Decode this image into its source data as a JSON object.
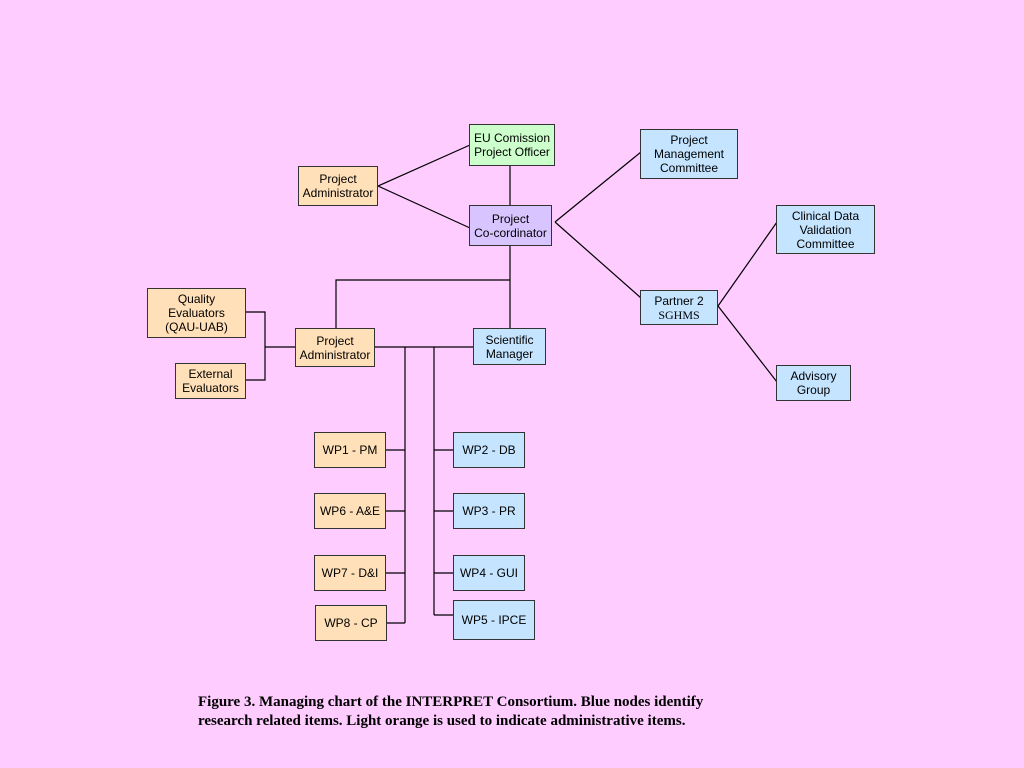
{
  "nodes": {
    "eu_commission": "EU Comission\nProject Officer",
    "project_admin_top": "Project\nAdministrator",
    "project_coordinator": "Project\nCo-cordinator",
    "project_management_committee": "Project\nManagement\nCommittee",
    "clinical_data_validation": "Clinical Data\nValidation\nCommittee",
    "partner2_line1": "Partner 2",
    "partner2_line2": "SGHMS",
    "advisory_group": "Advisory\nGroup",
    "quality_evaluators": "Quality\nEvaluators\n(QAU-UAB)",
    "external_evaluators": "External\nEvaluators",
    "project_admin_mid": "Project\nAdministrator",
    "scientific_manager": "Scientific\nManager",
    "wp1": "WP1 - PM",
    "wp6": "WP6 - A&E",
    "wp7": "WP7 - D&I",
    "wp8": "WP8 - CP",
    "wp2": "WP2 - DB",
    "wp3": "WP3 - PR",
    "wp4": "WP4 - GUI",
    "wp5": "WP5 - IPCE"
  },
  "caption": {
    "line1": "Figure 3. Managing chart of the INTERPRET Consortium. Blue nodes identify",
    "line2": "research related items. Light orange is used to indicate administrative items."
  },
  "colors": {
    "background": "#ffccff",
    "admin_orange": "#ffe0b8",
    "research_blue": "#c4e4ff",
    "coordinator_purple": "#d8c4ff",
    "eu_green": "#ccffcc"
  }
}
